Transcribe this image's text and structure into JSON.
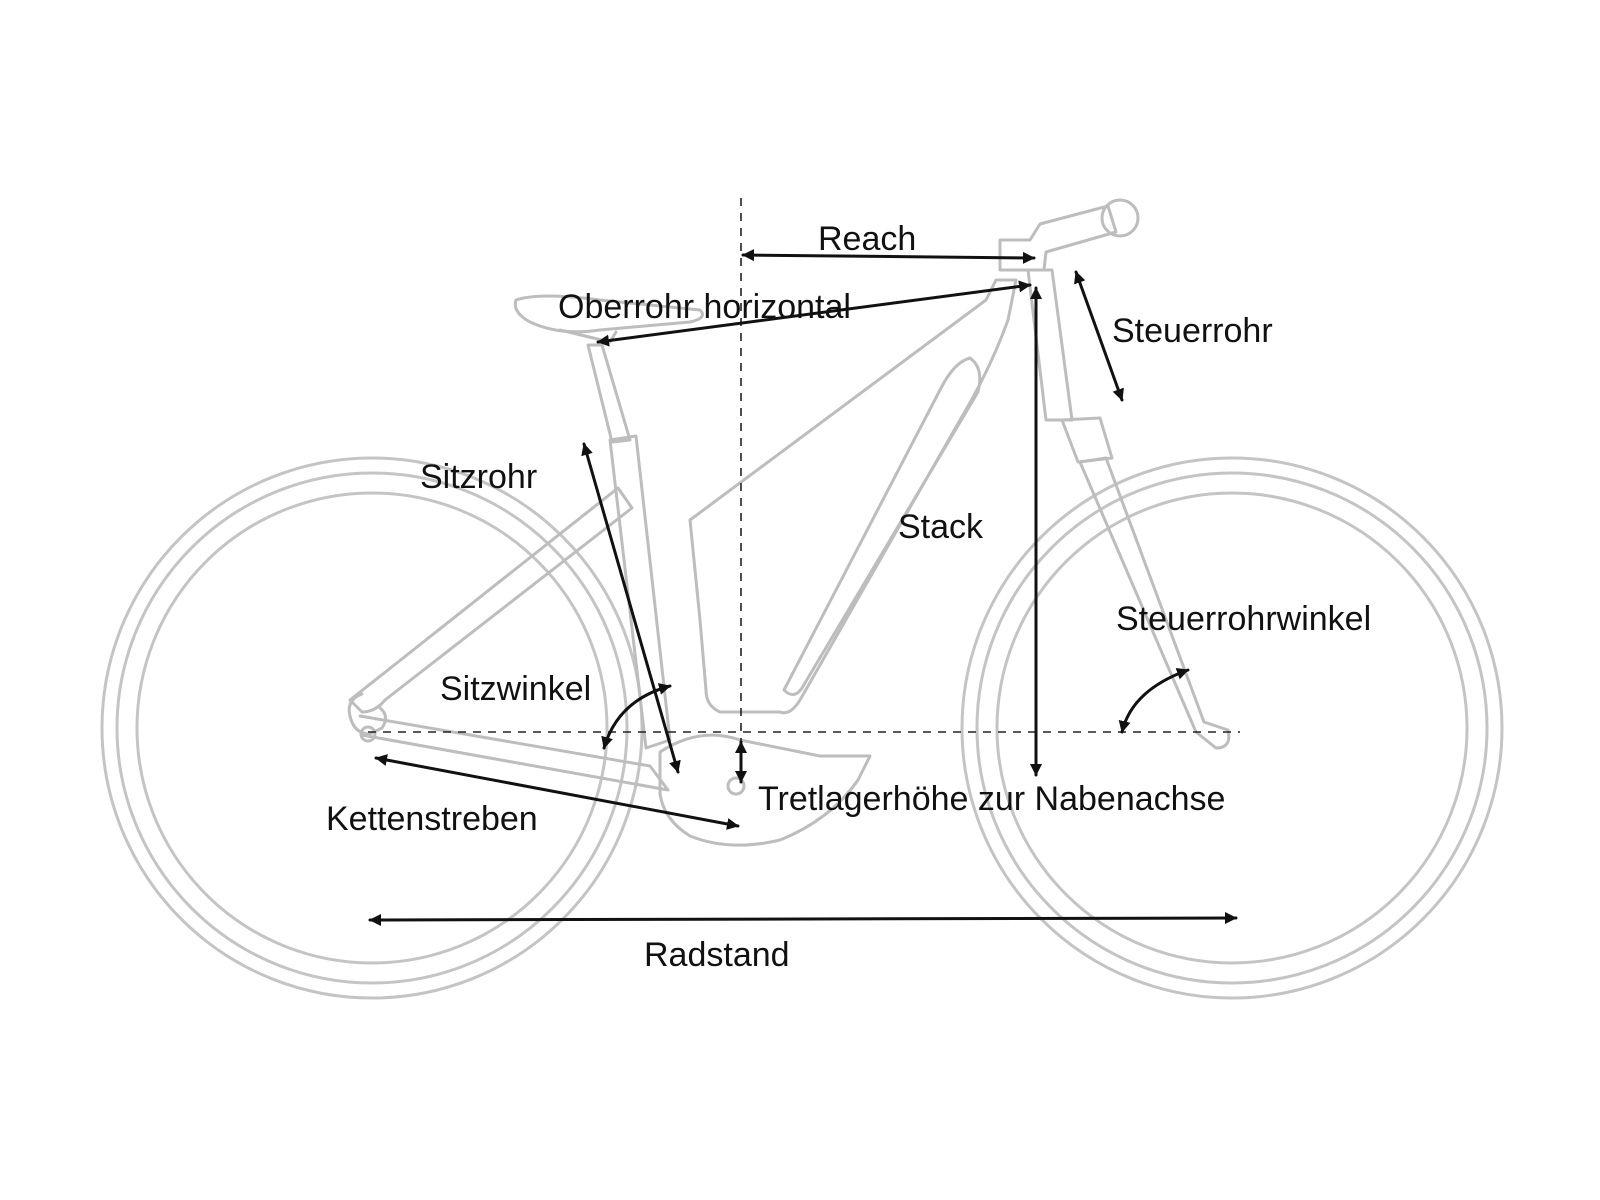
{
  "labels": {
    "reach": "Reach",
    "oberrohr": "Oberrohr horizontal",
    "steuerrohr": "Steuerrohr",
    "sitzrohr": "Sitzrohr",
    "stack": "Stack",
    "steuerrohrwinkel": "Steuerrohrwinkel",
    "sitzwinkel": "Sitzwinkel",
    "tretlager": "Tretlagerhöhe zur Nabenachse",
    "kettenstreben": "Kettenstreben",
    "radstand": "Radstand"
  },
  "colors": {
    "frame": "#bdbdbd",
    "dimension": "#111111",
    "background": "#ffffff"
  }
}
